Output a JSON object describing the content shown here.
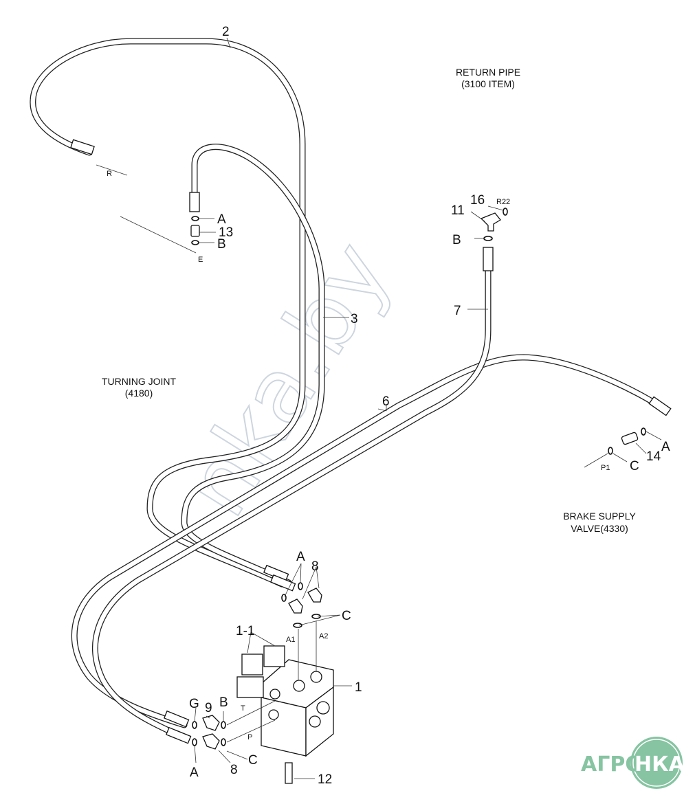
{
  "diagram": {
    "callouts": {
      "c2": "2",
      "c3": "3",
      "c6": "6",
      "c7": "7",
      "c11": "11",
      "c16": "16",
      "c13": "13",
      "c14": "14",
      "c1": "1",
      "c1_1": "1-1",
      "c8a": "8",
      "c8b": "8",
      "c9": "9",
      "c12": "12"
    },
    "letters": {
      "A_top": "A",
      "B_top": "B",
      "B_right": "B",
      "A_right": "A",
      "C_right": "C",
      "A_mid": "A",
      "C_mid": "C",
      "G_low": "G",
      "B_low": "B",
      "A_low": "A",
      "C_low": "C"
    },
    "ports": {
      "R": "R",
      "E": "E",
      "R22": "R22",
      "P1": "P1",
      "A1": "A1",
      "A2": "A2",
      "T": "T",
      "P": "P"
    },
    "notes": {
      "return_pipe_1": "RETURN PIPE",
      "return_pipe_2": "(3100 ITEM)",
      "turning_joint_1": "TURNING JOINT",
      "turning_joint_2": "(4180)",
      "brake_1": "BRAKE SUPPLY",
      "brake_2": "VALVE(4330)"
    },
    "watermark": "nka.by",
    "logo": {
      "left": "АГРО",
      "right": "НКА",
      "color": "#86c4a2"
    }
  }
}
